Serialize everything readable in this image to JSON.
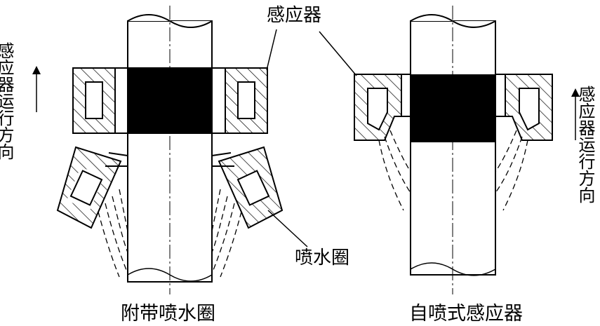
{
  "labels": {
    "inductor": "感应器",
    "spray_ring": "喷水圈",
    "direction_left": "感应器运行方向",
    "direction_right": "感应器运行方向",
    "caption_left": "附带喷水圈",
    "caption_right": "自喷式感应器"
  },
  "colors": {
    "stroke": "#000000",
    "fill_dark": "#000000",
    "background": "#ffffff"
  }
}
